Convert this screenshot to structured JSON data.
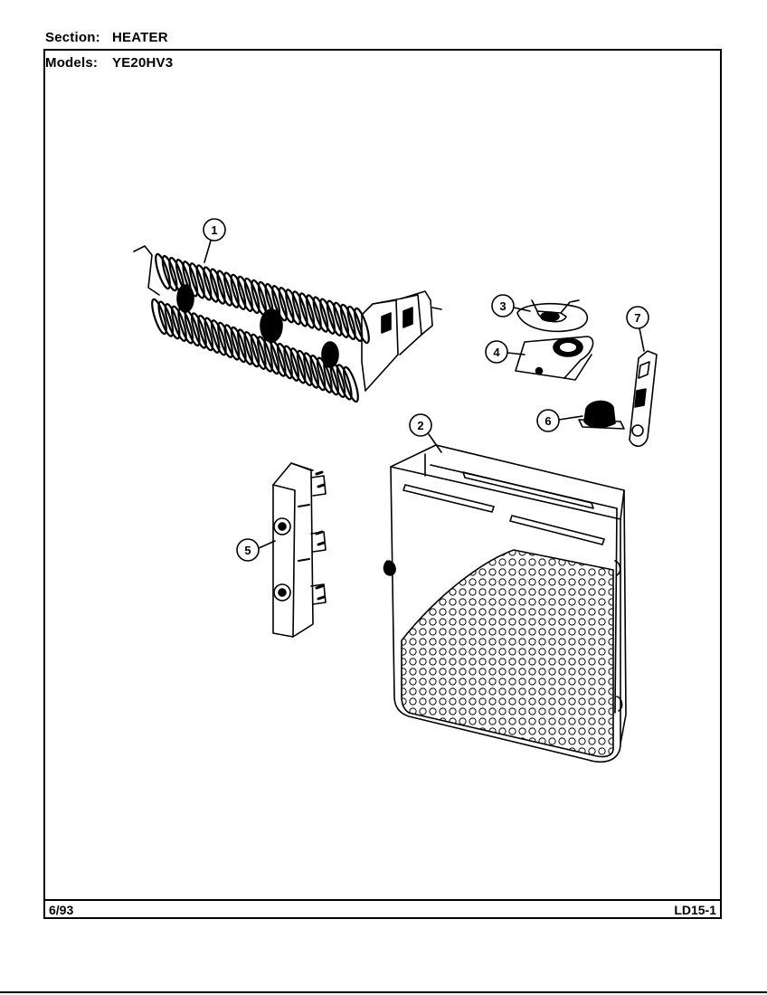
{
  "header": {
    "section_label": "Section:",
    "section_value": "HEATER",
    "models_label": "Models:",
    "models_value": "YE20HV3"
  },
  "footer": {
    "date": "6/93",
    "code": "LD15-1"
  },
  "callouts": [
    "1",
    "2",
    "3",
    "4",
    "5",
    "6",
    "7"
  ],
  "icons": [
    "heater-coil-icon",
    "heater-housing-icon",
    "thermostat-icon",
    "bracket-icon",
    "terminal-block-icon",
    "thermal-fuse-icon",
    "mounting-plate-icon"
  ]
}
